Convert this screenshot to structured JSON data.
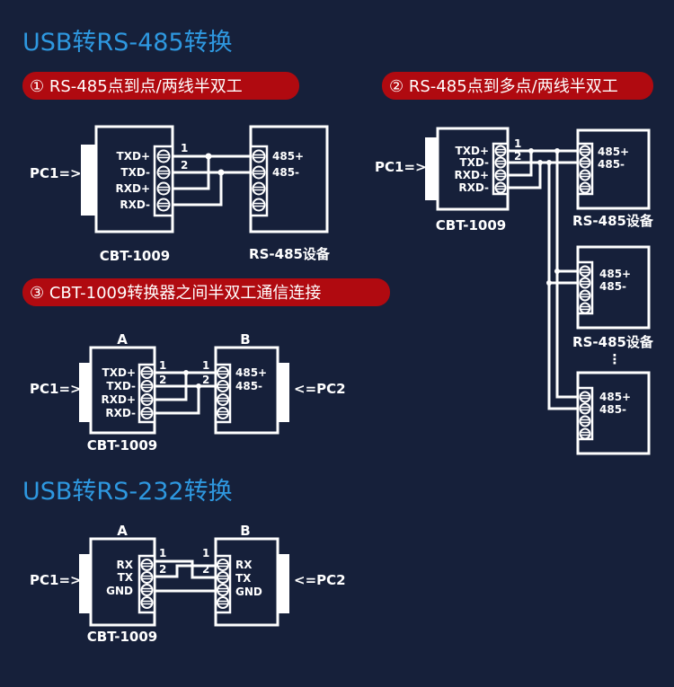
{
  "colors": {
    "background": "#16203a",
    "title": "#2e98e0",
    "pill": "#b00a10",
    "line": "#ffffff"
  },
  "section1": {
    "title": "USB转RS-485转换"
  },
  "section2": {
    "title": "USB转RS-232转换"
  },
  "d1": {
    "heading": "① RS-485点到点/两线半双工",
    "pc": "PC1=>",
    "left_pins": [
      "TXD+",
      "TXD-",
      "RXD+",
      "RXD-"
    ],
    "right_pins": [
      "485+",
      "485-"
    ],
    "wire1": "1",
    "wire2": "2",
    "left_name": "CBT-1009",
    "right_name": "RS-485设备"
  },
  "d2": {
    "heading": "② RS-485点到多点/两线半双工",
    "pc": "PC1=>",
    "left_pins": [
      "TXD+",
      "TXD-",
      "RXD+",
      "RXD-"
    ],
    "right_pins": [
      "485+",
      "485-"
    ],
    "wire1": "1",
    "wire2": "2",
    "left_name": "CBT-1009",
    "right_name": "RS-485设备",
    "right_name2": "RS-485设备",
    "ellipsis": "⋮"
  },
  "d3": {
    "heading": "③ CBT-1009转换器之间半双工通信连接",
    "pc1": "PC1=>",
    "pc2": "<=PC2",
    "a": "A",
    "b": "B",
    "left_pins": [
      "TXD+",
      "TXD-",
      "RXD+",
      "RXD-"
    ],
    "right_pins": [
      "485+",
      "485-"
    ],
    "wire1": "1",
    "wire2": "2",
    "left_name": "CBT-1009"
  },
  "d4": {
    "pc1": "PC1=>",
    "pc2": "<=PC2",
    "a": "A",
    "b": "B",
    "left_pins": [
      "RX",
      "TX",
      "GND"
    ],
    "right_pins": [
      "RX",
      "TX",
      "GND"
    ],
    "wire1": "1",
    "wire2": "2",
    "left_name": "CBT-1009"
  }
}
